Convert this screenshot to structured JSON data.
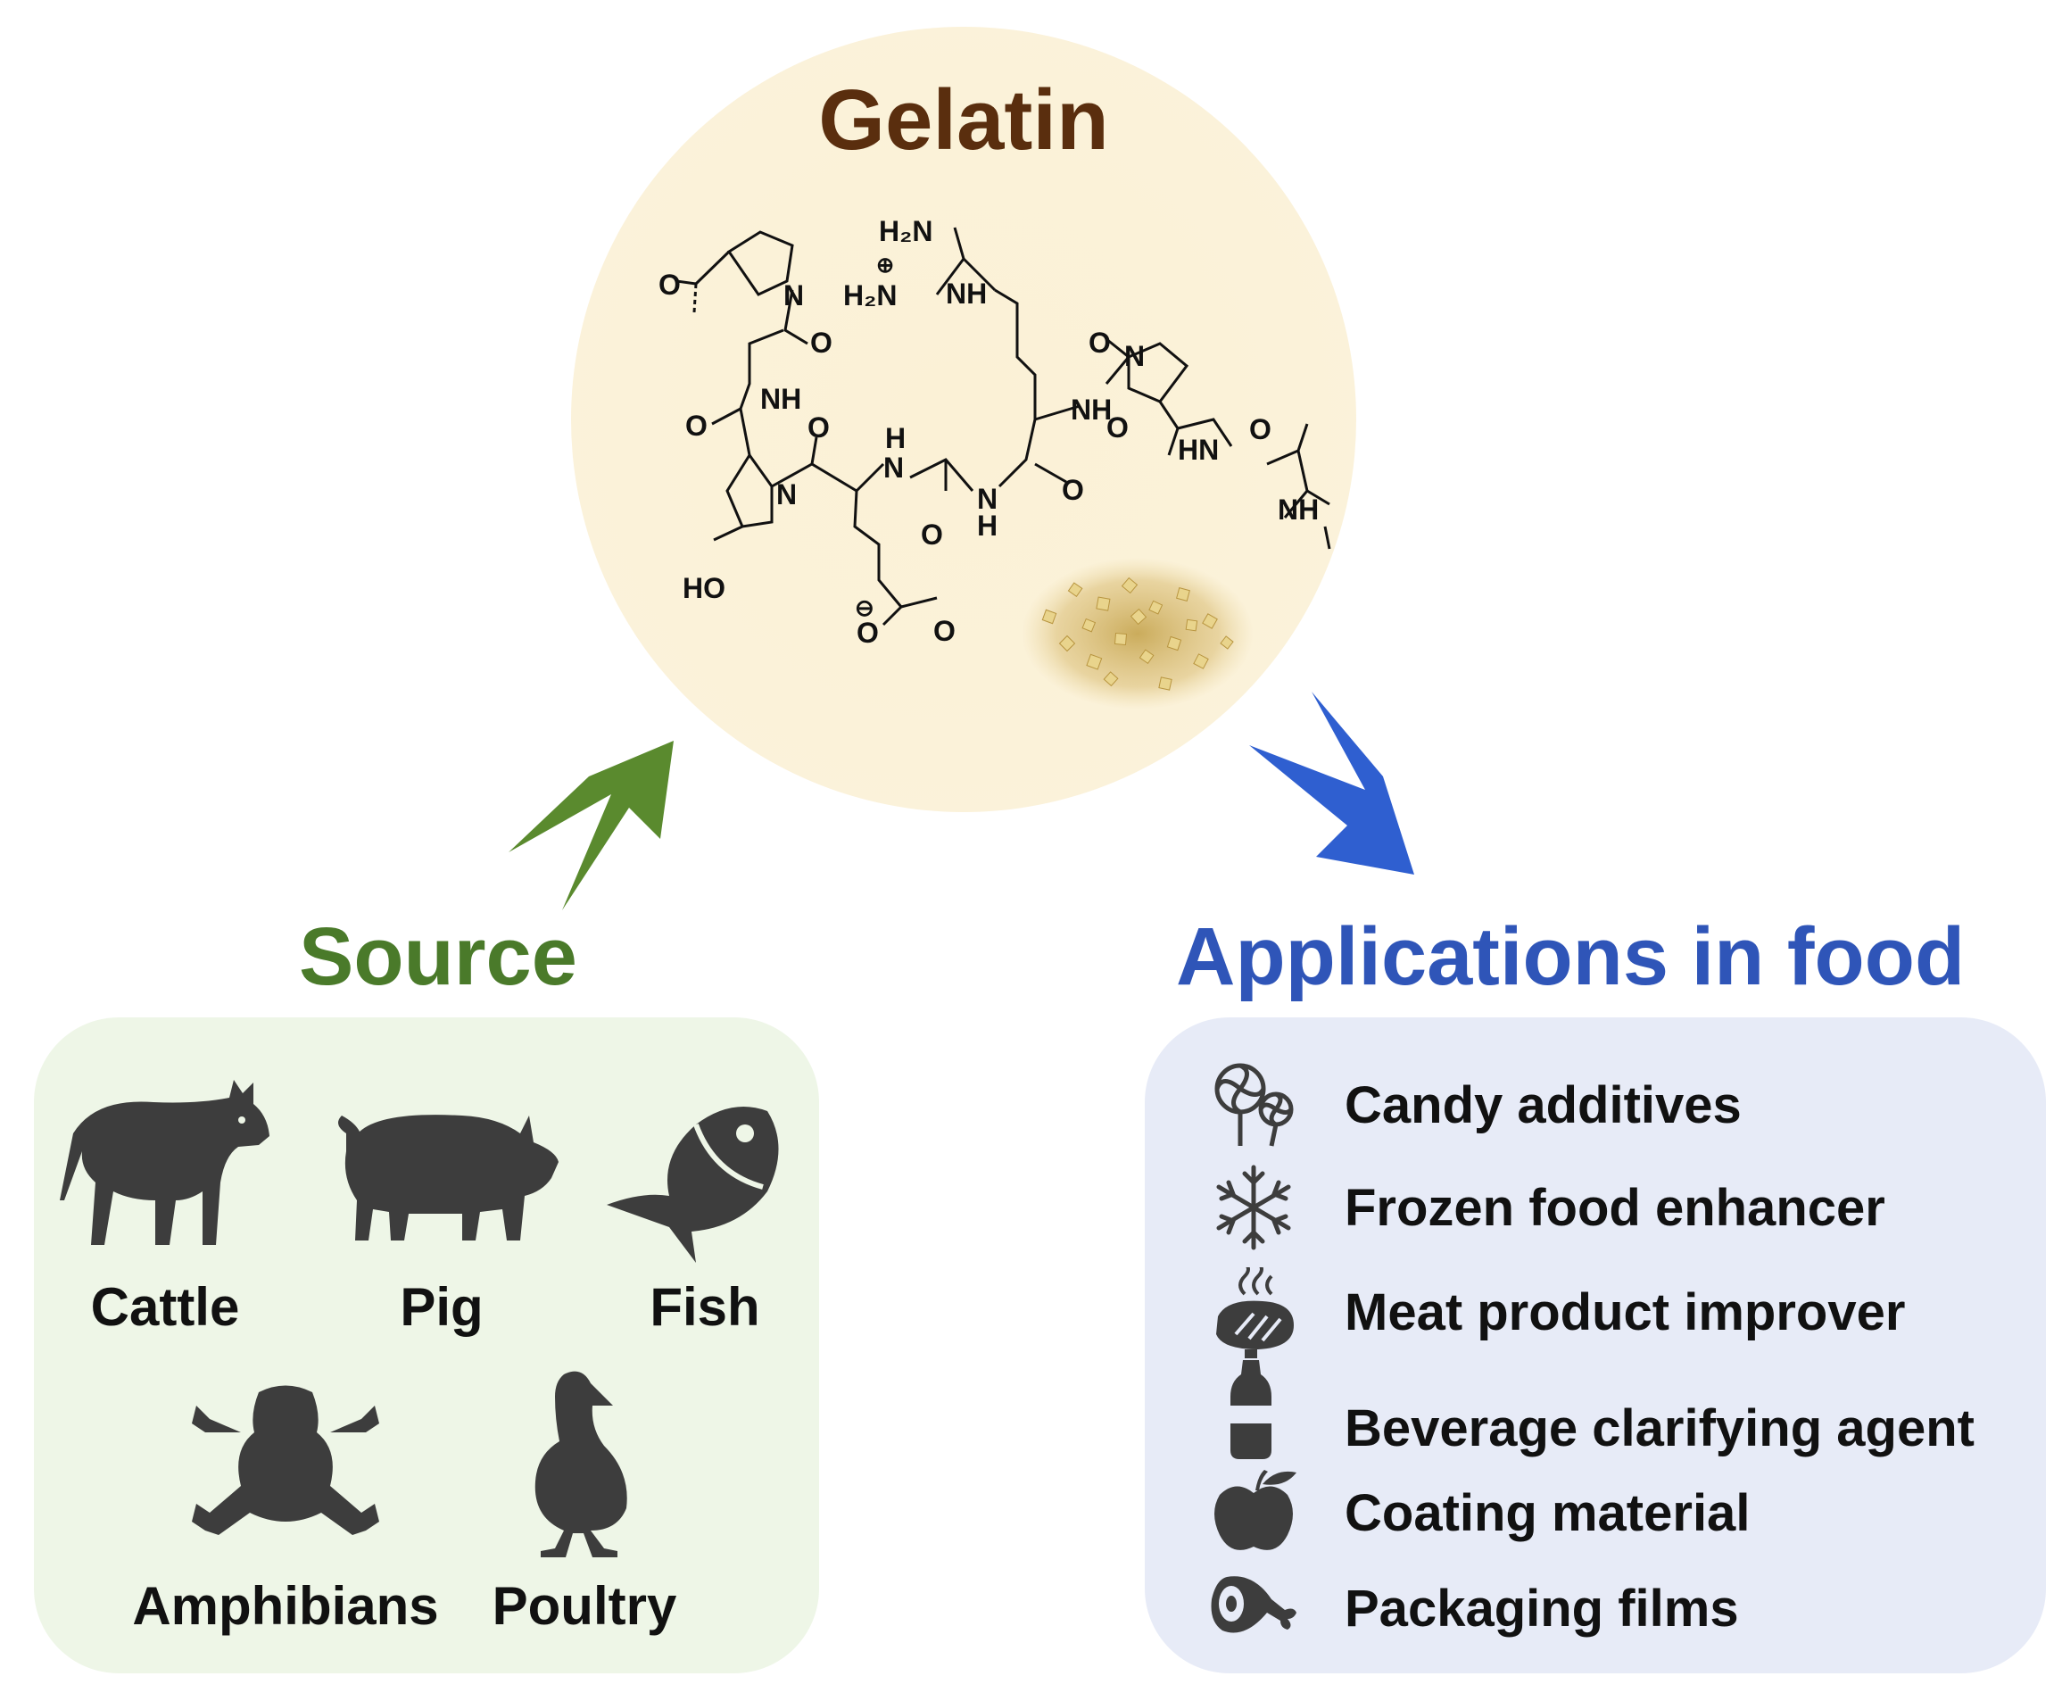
{
  "gelatin": {
    "title": "Gelatin",
    "molecule_labels": {
      "o1": "O",
      "n1": "N",
      "o2": "O",
      "nh1": "NH",
      "o3": "O",
      "o4": "O",
      "n2": "N",
      "ho": "HO",
      "h_top": "H",
      "n_amide": "N",
      "o5": "O",
      "nh_mid": "N",
      "h_mid": "H",
      "o6": "O",
      "o_minus": "O",
      "minus": "⊖",
      "o7": "O",
      "h2n_top": "H₂N",
      "plus": "⊕",
      "h2n_left": "H₂N",
      "nh_guan": "NH",
      "nh2": "NH",
      "o8": "O",
      "o9": "O",
      "n3": "N",
      "hn": "HN",
      "o10": "O",
      "nh3": "NH"
    }
  },
  "source": {
    "title": "Source",
    "animals": [
      {
        "label": "Cattle",
        "icon": "cattle-icon"
      },
      {
        "label": "Pig",
        "icon": "pig-icon"
      },
      {
        "label": "Fish",
        "icon": "fish-icon"
      },
      {
        "label": "Amphibians",
        "icon": "frog-icon"
      },
      {
        "label": "Poultry",
        "icon": "duck-icon"
      }
    ]
  },
  "applications": {
    "title": "Applications in food",
    "items": [
      {
        "label": "Candy additives",
        "icon": "lollipop-icon"
      },
      {
        "label": "Frozen food enhancer",
        "icon": "snowflake-icon"
      },
      {
        "label": "Meat product improver",
        "icon": "steak-icon"
      },
      {
        "label": "Beverage clarifying agent",
        "icon": "bottle-icon"
      },
      {
        "label": "Coating material",
        "icon": "apple-icon"
      },
      {
        "label": "Packaging films",
        "icon": "ham-icon"
      }
    ]
  },
  "colors": {
    "gelatin_title": "#5a2e0e",
    "source_green": "#4a7a2a",
    "arrow_green": "#5a8a2e",
    "apps_blue": "#2f55b8",
    "arrow_blue": "#2f5fd0",
    "icon_gray": "#3d3d3d",
    "source_panel": "#eef6e7",
    "apps_panel": "#e7ebf7",
    "gelatin_circle": "#fbf1d6"
  }
}
